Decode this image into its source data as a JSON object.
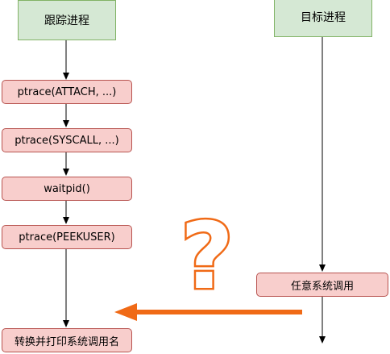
{
  "lanes": {
    "tracer": {
      "label": "跟踪进程"
    },
    "target": {
      "label": "目标进程"
    }
  },
  "steps": [
    {
      "label": "ptrace(ATTACH, ...)"
    },
    {
      "label": "ptrace(SYSCALL, ...)"
    },
    {
      "label": "waitpid()"
    },
    {
      "label": "ptrace(PEEKUSER)"
    },
    {
      "label": "转换并打印系统调用名"
    }
  ],
  "target_event": {
    "label": "任意系统调用"
  },
  "question_mark": {
    "text": "?"
  },
  "colors": {
    "header_fill": "#d5e8d4",
    "header_stroke": "#82b366",
    "step_fill": "#f8cecc",
    "step_stroke": "#b85450",
    "arrow_orange": "#f06a16",
    "line": "#000000"
  }
}
